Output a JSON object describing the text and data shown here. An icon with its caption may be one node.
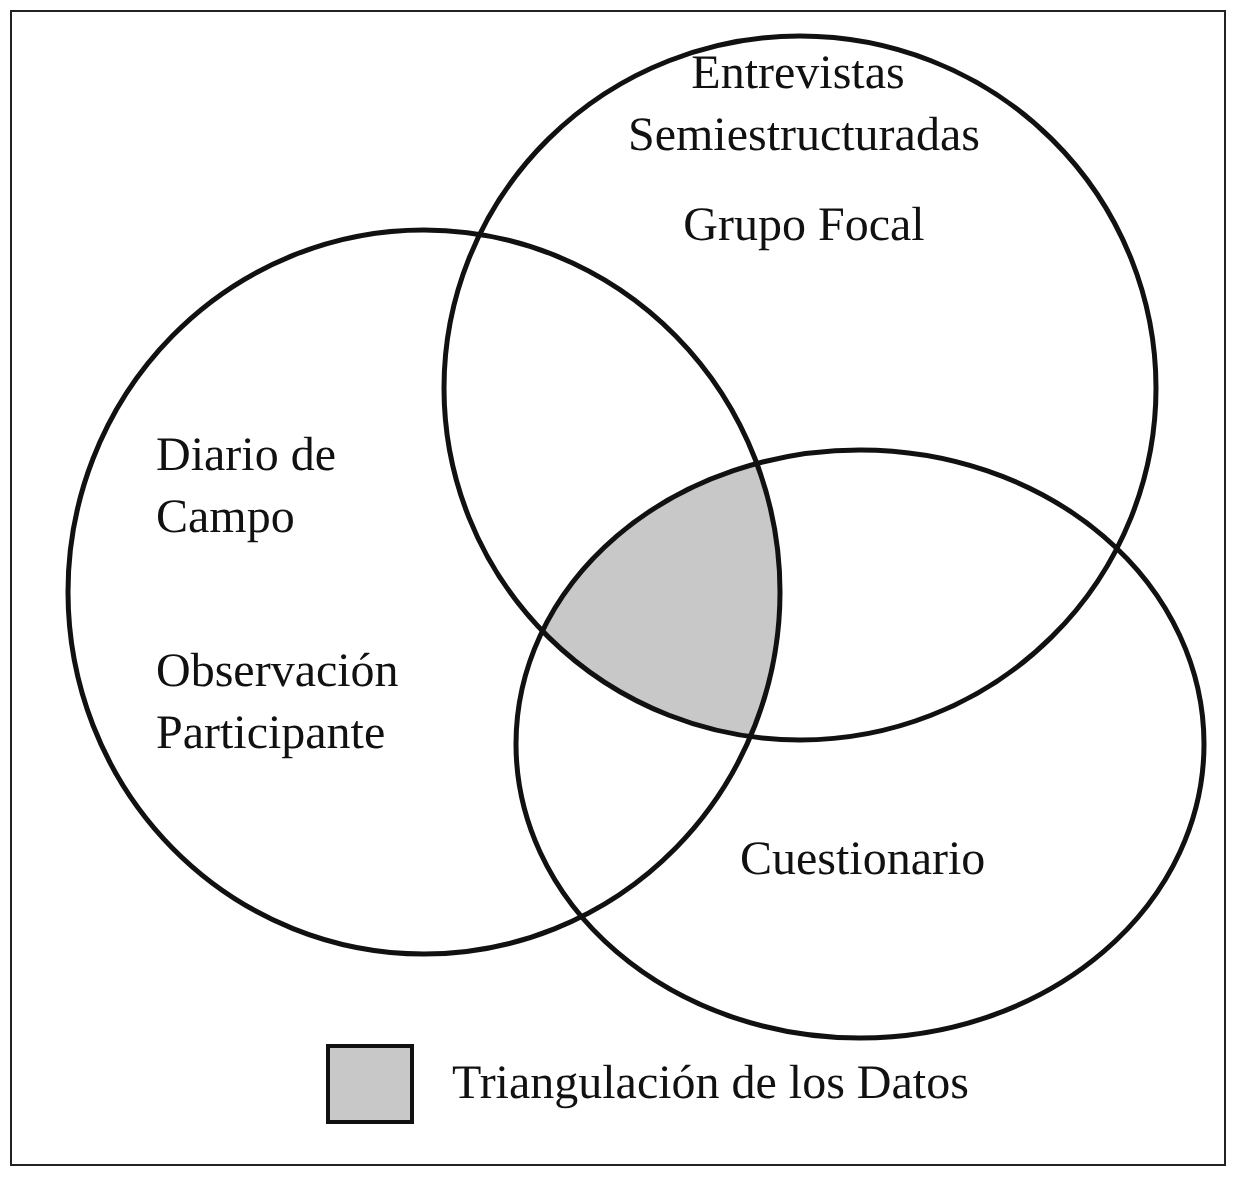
{
  "diagram": {
    "nodes": [
      {
        "text": [
          "Entrevistas Semiestructuradas",
          "Grupo Focal"
        ]
      },
      {
        "text": [
          "Diario de Campo",
          "Observación Participante"
        ]
      },
      {
        "text": [
          "Cuestionario"
        ]
      },
      {
        "text": [],
        "shape": "region"
      }
    ],
    "edges": [],
    "legend": [
      {
        "text": "Triangulación de los Datos",
        "color": "#c8c8c8"
      }
    ]
  }
}
